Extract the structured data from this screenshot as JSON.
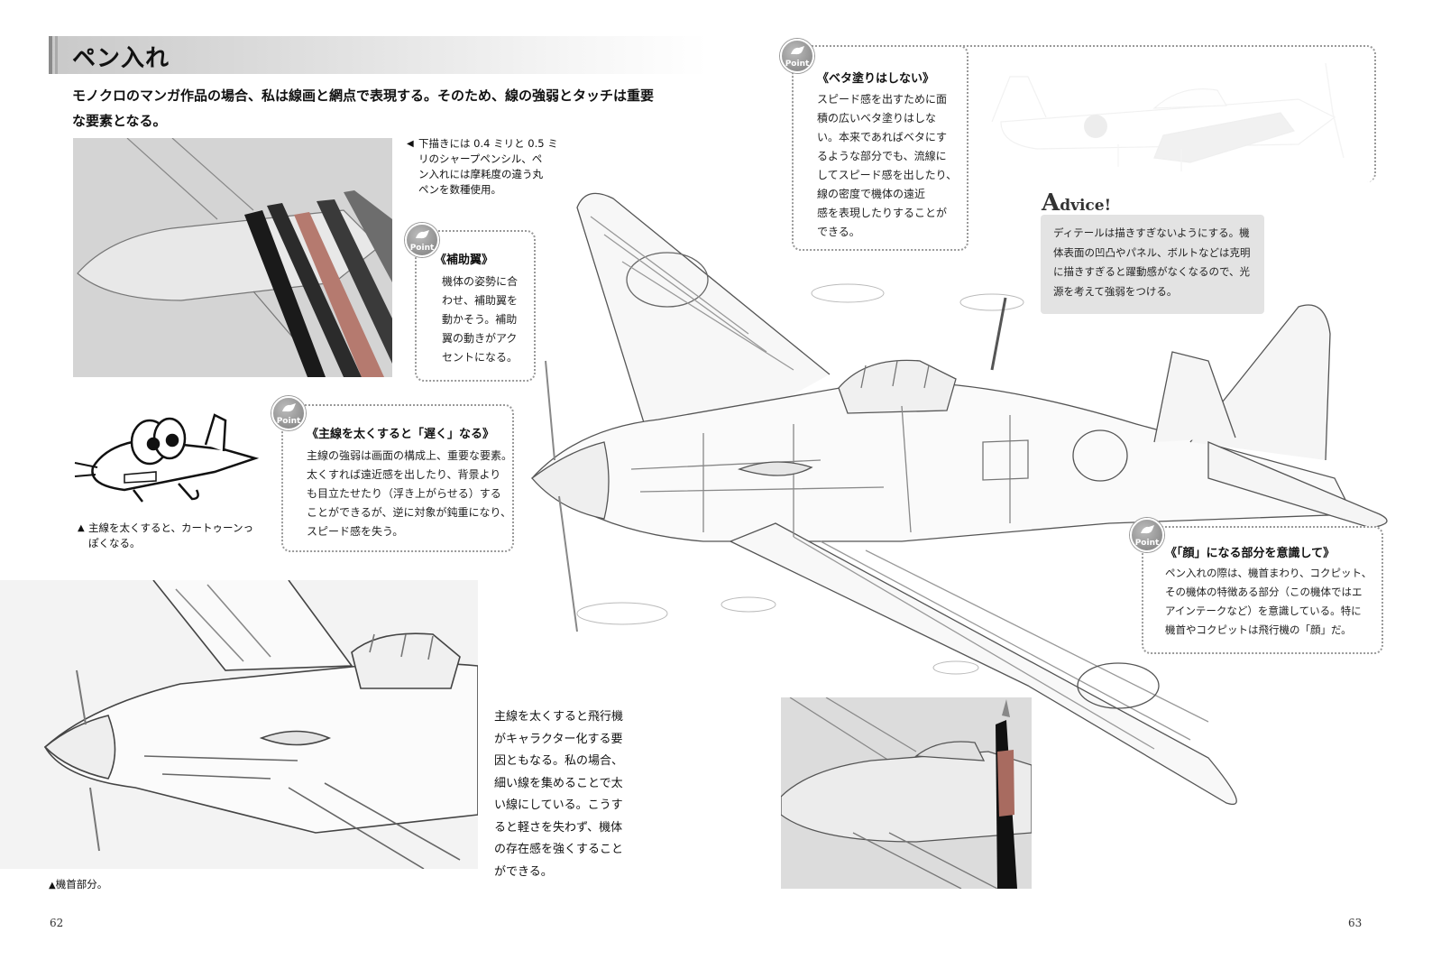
{
  "header": {
    "title": "ペン入れ"
  },
  "intro": {
    "line1": "モノクロのマンガ作品の場合、私は線画と網点で表現する。そのため、線の強弱とタッチは重要",
    "line2": "な要素となる。"
  },
  "captions": {
    "tools": [
      "下描きには 0.4 ミリと 0.5 ミ",
      "リのシャープペンシル、ペ",
      "ン入れには摩耗度の違う丸",
      "ペンを数種使用。"
    ],
    "cartoon": [
      "主線を太くすると、カートゥーンっ",
      "ぽくなる。"
    ],
    "nose": "機首部分。"
  },
  "point_label": "Point",
  "boxes": {
    "aileron": {
      "title": "《補助翼》",
      "lines": [
        "機体の姿勢に合",
        "わせ、補助翼を",
        "動かそう。補助",
        "翼の動きがアク",
        "セントになる。"
      ]
    },
    "thick": {
      "title": "《主線を太くすると「遅く」なる》",
      "lines": [
        "主線の強弱は画面の構成上、重要な要素。",
        "太くすれば遠近感を出したり、背景より",
        "も目立たせたり（浮き上がらせる）する",
        "ことができるが、逆に対象が鈍重になり、",
        "スピード感を失う。"
      ]
    },
    "beta": {
      "title": "《ベタ塗りはしない》",
      "lines": [
        "スピード感を出すために面",
        "積の広いベタ塗りはしな",
        "い。本来であればベタにす",
        "るような部分でも、流線に",
        "してスピード感を出したり、",
        "線の密度で機体の遠近",
        "感を表現したりすることが",
        "できる。"
      ]
    },
    "face": {
      "title": "《「顔」になる部分を意識して》",
      "lines": [
        "ペン入れの際は、機首まわり、コクピット、",
        "その機体の特徴ある部分（この機体ではエ",
        "アインテークなど）を意識している。特に",
        "機首やコクピットは飛行機の「顔」だ。"
      ]
    }
  },
  "advice": {
    "first_letter": "A",
    "rest": "dvice!",
    "lines": [
      "ディテールは描きすぎないようにする。機",
      "体表面の凹凸やパネル、ボルトなどは克明",
      "に描きすぎると躍動感がなくなるので、光",
      "源を考えて強弱をつける。"
    ]
  },
  "body_text": [
    "主線を太くすると飛行機",
    "がキャラクター化する要",
    "因ともなる。私の場合、",
    "細い線を集めることで太",
    "い線にしている。こうす",
    "ると軽さを失わず、機体",
    "の存在感を強くすること",
    "ができる。"
  ],
  "page_numbers": {
    "left": "62",
    "right": "63"
  }
}
